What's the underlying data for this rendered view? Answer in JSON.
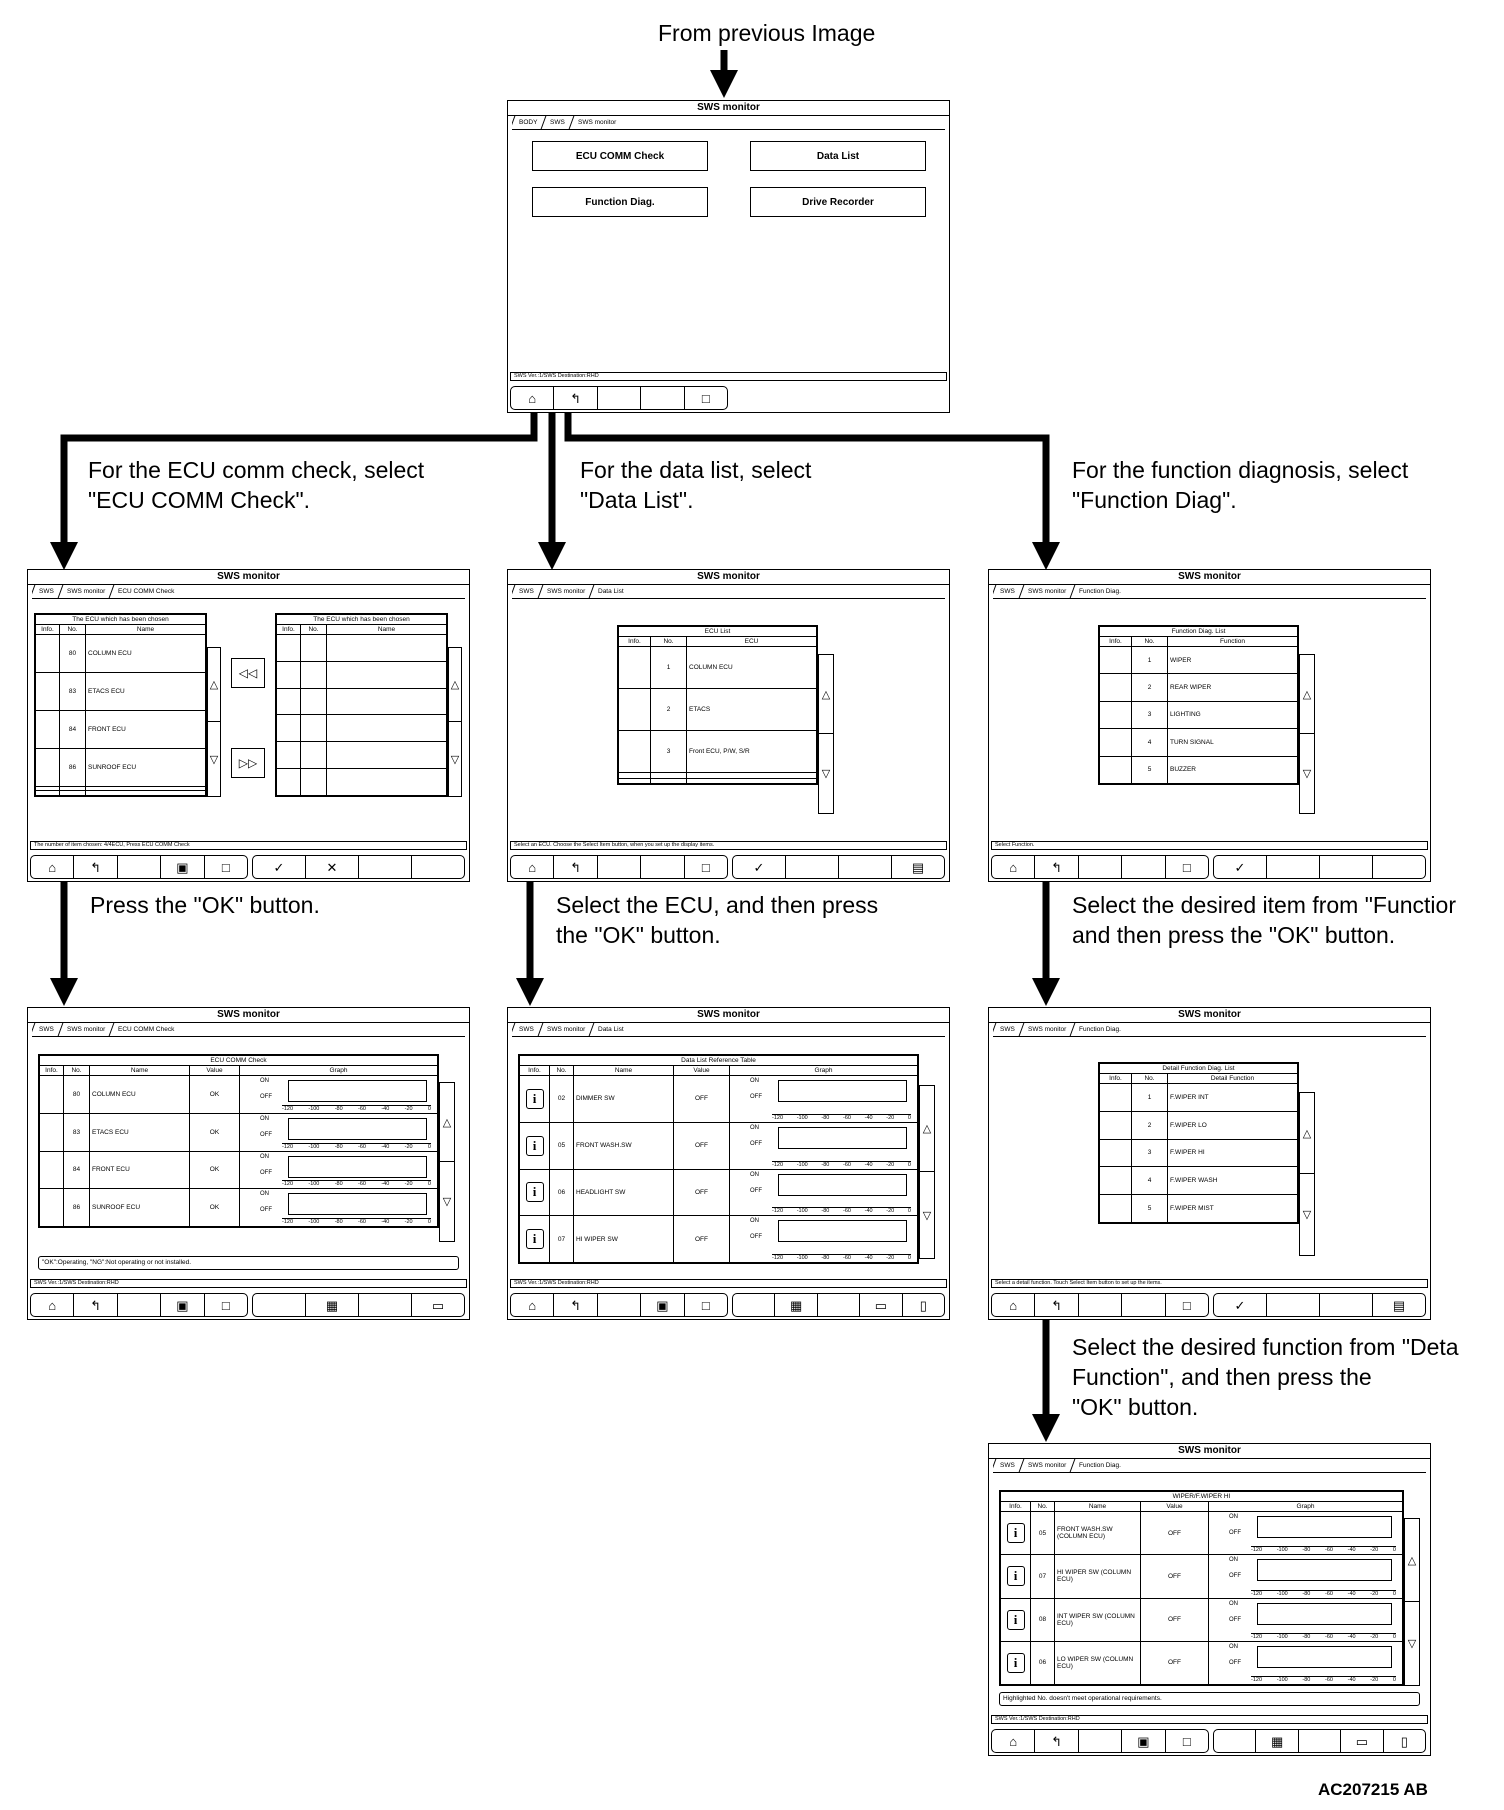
{
  "captions": {
    "from_previous": "From previous Image",
    "ecu_comm_instruction": "For the ECU comm check, select\n\"ECU COMM Check\".",
    "data_list_instruction": "For the data list, select\n\"Data List\".",
    "function_diag_instruction": "For the function diagnosis, select\n\"Function Diag\".",
    "press_ok": "Press the \"OK\" button.",
    "select_ecu_ok": "Select the ECU, and then press\nthe \"OK\" button.",
    "select_function_item": "Select the desired item from \"Functior\nand then press the \"OK\" button.",
    "select_detail_function": "Select the desired function from \"Deta\nFunction\", and then press the\n\"OK\" button.",
    "figure_code": "AC207215 AB"
  },
  "common": {
    "window_title": "SWS monitor",
    "info_col": "Info.",
    "no_col": "No.",
    "name_col": "Name",
    "value_col": "Value",
    "graph_col": "Graph",
    "on": "ON",
    "off": "OFF",
    "axis": [
      "-120",
      "-100",
      "-80",
      "-60",
      "-40",
      "-20",
      "0"
    ]
  },
  "top": {
    "crumbs": [
      "BODY",
      "SWS",
      "SWS monitor"
    ],
    "buttons": [
      "ECU COMM Check",
      "Data List",
      "Function Diag.",
      "Drive Recorder"
    ],
    "status": "SWS Ver.:1/SWS Destination:RHD"
  },
  "ecu_select": {
    "crumbs": [
      "SWS",
      "SWS monitor",
      "ECU COMM Check"
    ],
    "left_title": "The ECU which has been chosen",
    "right_title": "The ECU which has been chosen",
    "rows": [
      {
        "no": "80",
        "name": "COLUMN ECU"
      },
      {
        "no": "83",
        "name": "ETACS ECU"
      },
      {
        "no": "84",
        "name": "FRONT ECU"
      },
      {
        "no": "86",
        "name": "SUNROOF ECU"
      }
    ],
    "status": "The number of item chosen: 4/4ECU, Press ECU COMM Check"
  },
  "data_list": {
    "crumbs": [
      "SWS",
      "SWS monitor",
      "Data List"
    ],
    "list_title": "ECU List",
    "ecu_col": "ECU",
    "rows": [
      {
        "no": "1",
        "name": "COLUMN ECU"
      },
      {
        "no": "2",
        "name": "ETACS"
      },
      {
        "no": "3",
        "name": "Front ECU, P/W, S/R"
      }
    ],
    "status": "Select an ECU. Choose the Select Item button, when you set up the display items."
  },
  "function_diag": {
    "crumbs": [
      "SWS",
      "SWS monitor",
      "Function Diag."
    ],
    "list_title": "Function Diag. List",
    "function_col": "Function",
    "rows": [
      {
        "no": "1",
        "name": "WIPER"
      },
      {
        "no": "2",
        "name": "REAR WIPER"
      },
      {
        "no": "3",
        "name": "LIGHTING"
      },
      {
        "no": "4",
        "name": "TURN SIGNAL"
      },
      {
        "no": "5",
        "name": "BUZZER"
      }
    ],
    "status": "Select Function."
  },
  "ecu_comm_result": {
    "crumbs": [
      "SWS",
      "SWS monitor",
      "ECU COMM Check"
    ],
    "table_title": "ECU COMM Check",
    "rows": [
      {
        "no": "80",
        "name": "COLUMN ECU",
        "value": "OK"
      },
      {
        "no": "83",
        "name": "ETACS ECU",
        "value": "OK"
      },
      {
        "no": "84",
        "name": "FRONT ECU",
        "value": "OK"
      },
      {
        "no": "86",
        "name": "SUNROOF ECU",
        "value": "OK"
      }
    ],
    "note": "\"OK\":Operating, \"NG\":Not operating or not installed.",
    "status": "SWS Ver.:1/SWS Destination:RHD"
  },
  "data_list_result": {
    "crumbs": [
      "SWS",
      "SWS monitor",
      "Data List"
    ],
    "table_title": "Data List Reference Table",
    "rows": [
      {
        "no": "02",
        "name": "DIMMER SW",
        "value": "OFF"
      },
      {
        "no": "05",
        "name": "FRONT WASH.SW",
        "value": "OFF"
      },
      {
        "no": "06",
        "name": "HEADLIGHT SW",
        "value": "OFF"
      },
      {
        "no": "07",
        "name": "HI WIPER SW",
        "value": "OFF"
      }
    ],
    "status": "SWS Ver.:1/SWS Destination:RHD"
  },
  "detail_function": {
    "crumbs": [
      "SWS",
      "SWS monitor",
      "Function Diag."
    ],
    "list_title": "Detail Function Diag. List",
    "detail_col": "Detail Function",
    "rows": [
      {
        "no": "1",
        "name": "F.WIPER INT"
      },
      {
        "no": "2",
        "name": "F.WIPER LO"
      },
      {
        "no": "3",
        "name": "F.WIPER HI"
      },
      {
        "no": "4",
        "name": "F.WIPER WASH"
      },
      {
        "no": "5",
        "name": "F.WIPER MIST"
      }
    ],
    "status": "Select a detail function. Touch Select Item button to set up the items."
  },
  "wiper_hi": {
    "crumbs": [
      "SWS",
      "SWS monitor",
      "Function Diag."
    ],
    "table_title": "WIPER/F.WIPER HI",
    "rows": [
      {
        "no": "05",
        "name": "FRONT WASH.SW (COLUMN ECU)",
        "value": "OFF"
      },
      {
        "no": "07",
        "name": "HI WIPER SW (COLUMN ECU)",
        "value": "OFF"
      },
      {
        "no": "08",
        "name": "INT WIPER SW (COLUMN ECU)",
        "value": "OFF"
      },
      {
        "no": "06",
        "name": "LO WIPER SW (COLUMN ECU)",
        "value": "OFF"
      }
    ],
    "note": "Highlighted No. doesn't meet operational requirements.",
    "status": "SWS Ver.:1/SWS Destination:RHD"
  }
}
